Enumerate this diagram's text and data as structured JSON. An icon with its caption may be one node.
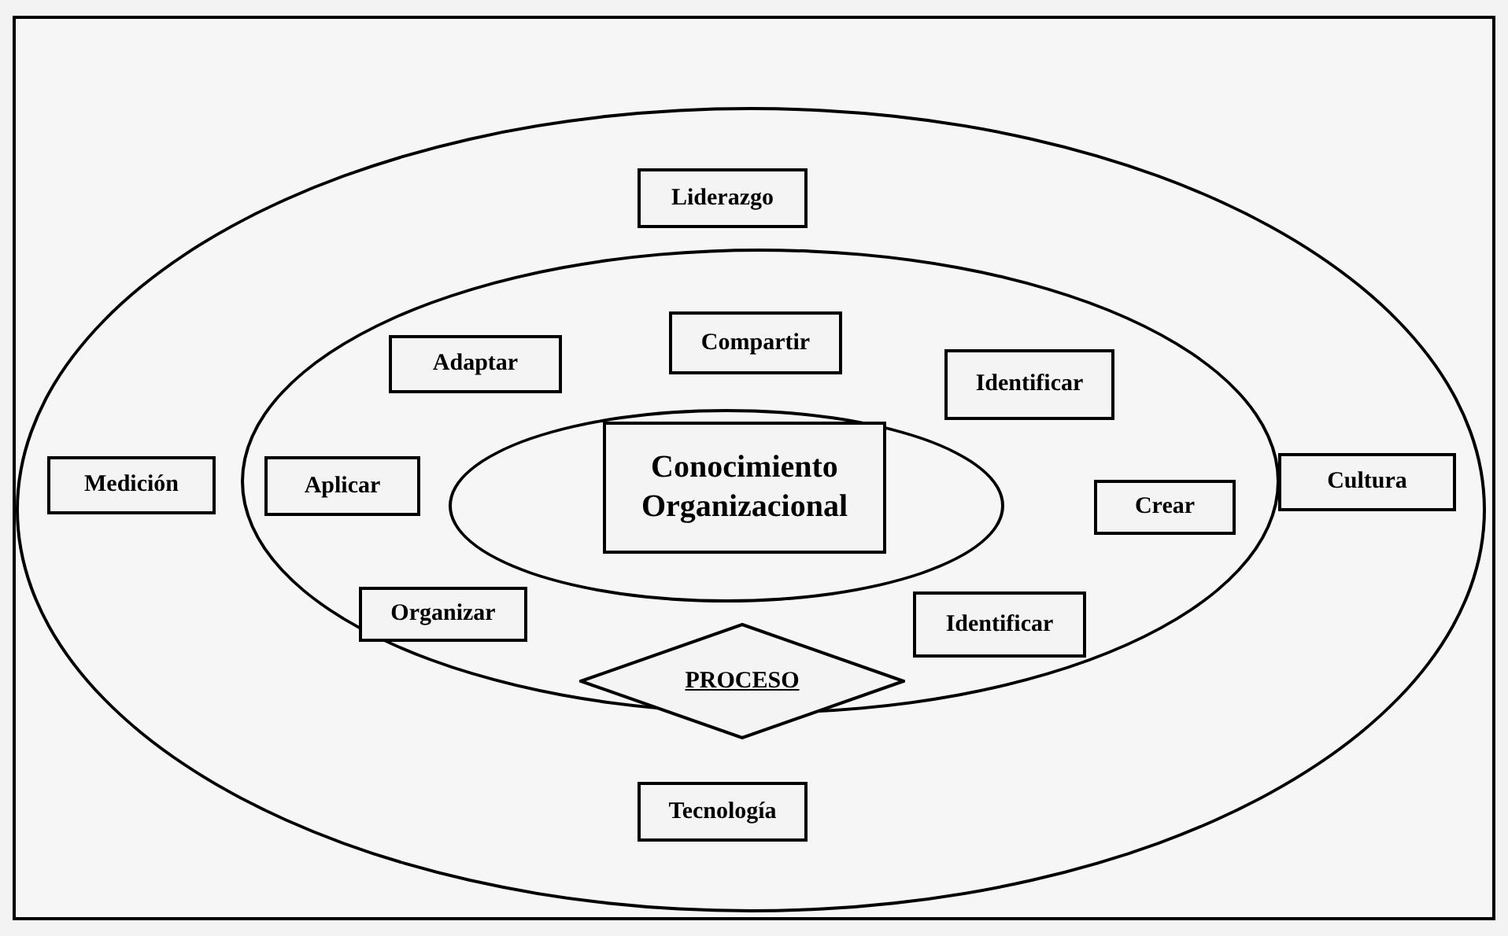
{
  "diagram": {
    "nodes": [
      {
        "text": [],
        "shape": "ellipse"
      },
      {
        "text": [
          "Liderazgo"
        ],
        "in": 0
      },
      {
        "text": [],
        "shape": "ellipse",
        "in": 0
      },
      {
        "text": [
          "Adaptar"
        ],
        "in": 2
      },
      {
        "text": [
          "Compartir"
        ],
        "in": 2
      },
      {
        "text": [
          "Identificar"
        ],
        "in": 2
      },
      {
        "text": [
          "Medición"
        ],
        "in": 0
      },
      {
        "text": [
          "Aplicar"
        ],
        "in": 2
      },
      {
        "text": [],
        "shape": "ellipse",
        "in": 2
      },
      {
        "text": [
          "Conocimiento Organizacional"
        ],
        "in": 8
      },
      {
        "text": [
          "Crear"
        ],
        "in": 2
      },
      {
        "text": [
          "Cultura"
        ],
        "in": 0
      },
      {
        "text": [
          "Organizar"
        ],
        "in": 2
      },
      {
        "text": [
          "Identificar"
        ],
        "in": 2
      },
      {
        "text": [
          "PROCESO"
        ],
        "in": 0
      },
      {
        "text": [
          "Tecnología"
        ],
        "in": 0
      }
    ]
  }
}
